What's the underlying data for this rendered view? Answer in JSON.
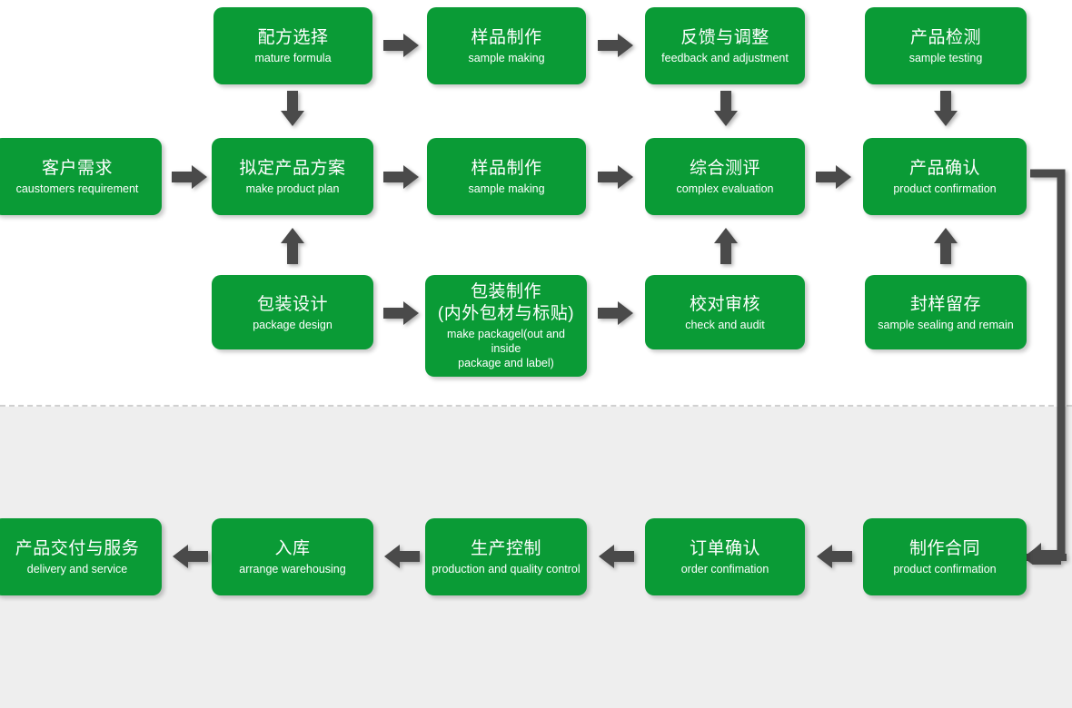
{
  "diagram": {
    "title": "Product Development and Order Fulfillment Flowchart",
    "colors": {
      "node_green": "#0a9b36",
      "arrow_gray": "#4a4a4a",
      "upper_background": "#ffffff",
      "lower_background": "#eeeeee",
      "divider": "#d0d0d0",
      "node_text": "#ffffff"
    },
    "rows": {
      "row1_top": {
        "nodes": [
          {
            "zh": "配方选择",
            "en": "mature formula"
          },
          {
            "zh": "样品制作",
            "en": "sample making"
          },
          {
            "zh": "反馈与调整",
            "en": "feedback and adjustment"
          },
          {
            "zh": "产品检测",
            "en": "sample testing"
          }
        ]
      },
      "row2_middle": {
        "nodes": [
          {
            "zh": "客户需求",
            "en": "caustomers requirement"
          },
          {
            "zh": "拟定产品方案",
            "en": "make product plan"
          },
          {
            "zh": "样品制作",
            "en": "sample making"
          },
          {
            "zh": "综合测评",
            "en": "complex evaluation"
          },
          {
            "zh": "产品确认",
            "en": "product confirmation"
          }
        ]
      },
      "row3_package": {
        "nodes": [
          {
            "zh": "包装设计",
            "en": "package design"
          },
          {
            "zh": "包装制作\n(内外包材与标贴)",
            "en": "make packagel(out and inside\npackage and label)"
          },
          {
            "zh": "校对审核",
            "en": "check and audit"
          },
          {
            "zh": "封样留存",
            "en": "sample sealing and remain"
          }
        ]
      },
      "row4_bottom": {
        "nodes": [
          {
            "zh": "产品交付与服务",
            "en": "delivery and service"
          },
          {
            "zh": "入库",
            "en": "arrange warehousing"
          },
          {
            "zh": "生产控制",
            "en": "production and quality control"
          },
          {
            "zh": "订单确认",
            "en": "order confimation"
          },
          {
            "zh": "制作合同",
            "en": "product confirmation"
          }
        ]
      }
    },
    "connectors": {
      "right_arrow_label": "flow-right",
      "left_arrow_label": "flow-left",
      "down_arrow_label": "flow-down",
      "up_arrow_label": "flow-up",
      "elbow_label": "elbow-product-confirmation-to-contract"
    }
  }
}
